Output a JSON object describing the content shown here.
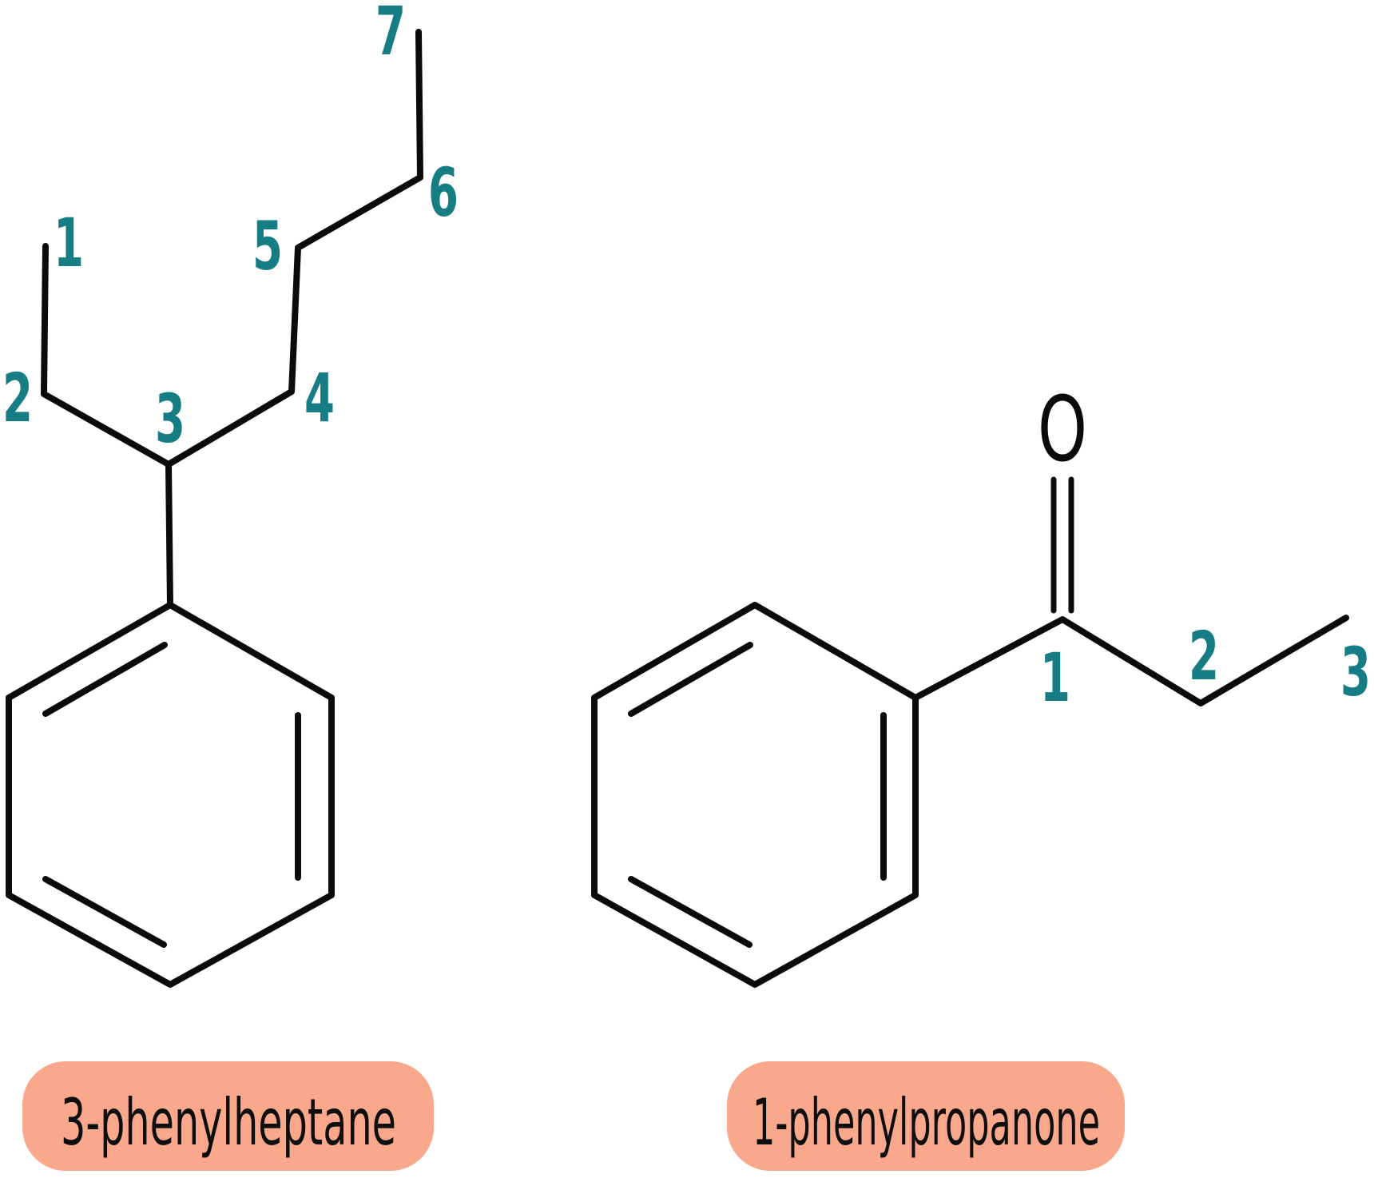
{
  "palette": {
    "background": "#ffffff",
    "line_color": "#0b0b0b",
    "number_color": "#177d85",
    "label_bg": "#f9a88b",
    "label_text": "#0e0e0e"
  },
  "left_molecule": {
    "name": "3-phenylheptane",
    "carbon_numbers": {
      "c1": "1",
      "c2": "2",
      "c3": "3",
      "c4": "4",
      "c5": "5",
      "c6": "6",
      "c7": "7"
    }
  },
  "right_molecule": {
    "name": "1-phenylpropanone",
    "oxygen_label": "O",
    "carbon_numbers": {
      "c1": "1",
      "c2": "2",
      "c3": "3"
    }
  }
}
